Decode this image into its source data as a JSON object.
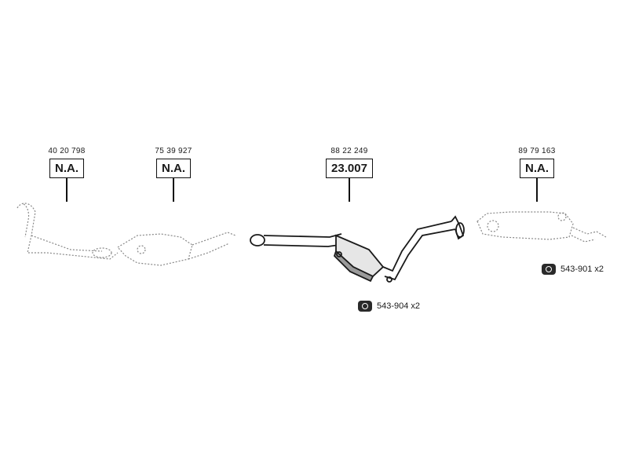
{
  "parts": [
    {
      "code": "40 20 798",
      "label": "N.A."
    },
    {
      "code": "75 39 927",
      "label": "N.A."
    },
    {
      "code": "88 22 249",
      "label": "23.007"
    },
    {
      "code": "89 79 163",
      "label": "N.A."
    }
  ],
  "fittings": [
    {
      "text": "543-904 x2",
      "icon": "clamp-icon"
    },
    {
      "text": "543-901 x2",
      "icon": "clamp-icon"
    }
  ]
}
